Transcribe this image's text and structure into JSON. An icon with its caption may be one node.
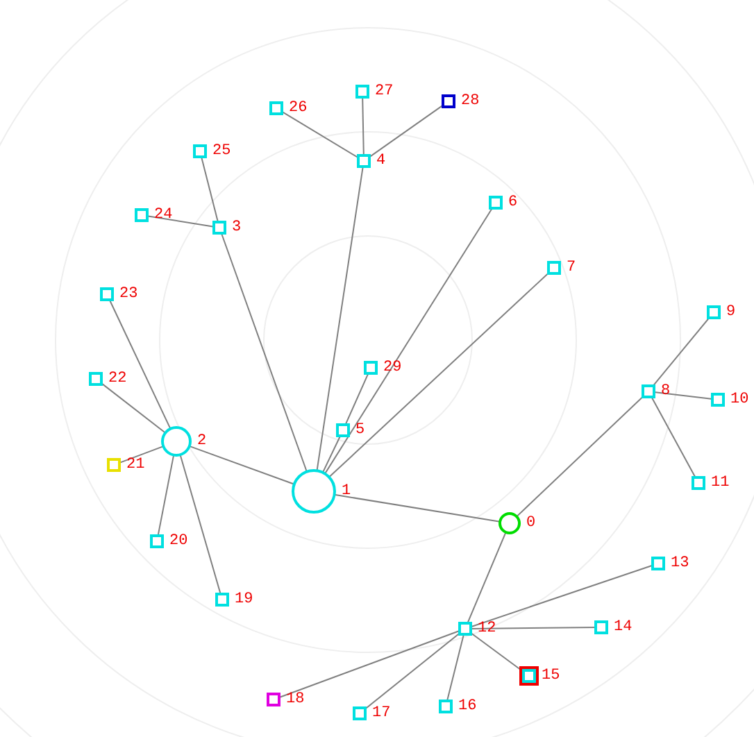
{
  "diagram": {
    "nodes": [
      {
        "text": [],
        "shape": "circle",
        "beside": [
          "0"
        ]
      },
      {
        "text": [],
        "shape": "circle",
        "beside": [
          "1"
        ]
      },
      {
        "text": [],
        "shape": "circle",
        "beside": [
          "2"
        ]
      },
      {
        "text": [],
        "shape": "box",
        "beside": [
          "3"
        ]
      },
      {
        "text": [],
        "shape": "box",
        "beside": [
          "4"
        ]
      },
      {
        "text": [],
        "shape": "box",
        "beside": [
          "5"
        ]
      },
      {
        "text": [],
        "shape": "box",
        "beside": [
          "6"
        ]
      },
      {
        "text": [],
        "shape": "box",
        "beside": [
          "7"
        ]
      },
      {
        "text": [],
        "shape": "box",
        "beside": [
          "8"
        ]
      },
      {
        "text": [],
        "shape": "box",
        "beside": [
          "9"
        ]
      },
      {
        "text": [],
        "shape": "box",
        "beside": [
          "10"
        ]
      },
      {
        "text": [],
        "shape": "box",
        "beside": [
          "11"
        ]
      },
      {
        "text": [],
        "shape": "box",
        "beside": [
          "12"
        ]
      },
      {
        "text": [],
        "shape": "box",
        "beside": [
          "13"
        ]
      },
      {
        "text": [],
        "shape": "box",
        "beside": [
          "14"
        ]
      },
      {
        "text": [],
        "shape": "box",
        "beside": [
          "15"
        ]
      },
      {
        "text": [],
        "shape": "box",
        "beside": [
          "16"
        ]
      },
      {
        "text": [],
        "shape": "box",
        "beside": [
          "17"
        ]
      },
      {
        "text": [],
        "shape": "box",
        "beside": [
          "18"
        ]
      },
      {
        "text": [],
        "shape": "box",
        "beside": [
          "19"
        ]
      },
      {
        "text": [],
        "shape": "box",
        "beside": [
          "20"
        ]
      },
      {
        "text": [],
        "shape": "box",
        "beside": [
          "21"
        ]
      },
      {
        "text": [],
        "shape": "box",
        "beside": [
          "22"
        ]
      },
      {
        "text": [],
        "shape": "box",
        "beside": [
          "23"
        ]
      },
      {
        "text": [],
        "shape": "box",
        "beside": [
          "24"
        ]
      },
      {
        "text": [],
        "shape": "box",
        "beside": [
          "25"
        ]
      },
      {
        "text": [],
        "shape": "box",
        "beside": [
          "26"
        ]
      },
      {
        "text": [],
        "shape": "box",
        "beside": [
          "27"
        ]
      },
      {
        "text": [],
        "shape": "box",
        "beside": [
          "28"
        ]
      },
      {
        "text": [],
        "shape": "box",
        "beside": [
          "29"
        ]
      }
    ],
    "edges": [
      {
        "from": 1,
        "to": 0,
        "arrow": "none"
      },
      {
        "from": 1,
        "to": 2,
        "arrow": "none"
      },
      {
        "from": 1,
        "to": 3,
        "arrow": "none"
      },
      {
        "from": 1,
        "to": 4,
        "arrow": "none"
      },
      {
        "from": 1,
        "to": 5,
        "arrow": "none"
      },
      {
        "from": 1,
        "to": 6,
        "arrow": "none"
      },
      {
        "from": 1,
        "to": 7,
        "arrow": "none"
      },
      {
        "from": 5,
        "to": 29,
        "arrow": "none"
      },
      {
        "from": 0,
        "to": 8,
        "arrow": "none"
      },
      {
        "from": 0,
        "to": 12,
        "arrow": "none"
      },
      {
        "from": 8,
        "to": 9,
        "arrow": "none"
      },
      {
        "from": 8,
        "to": 10,
        "arrow": "none"
      },
      {
        "from": 8,
        "to": 11,
        "arrow": "none"
      },
      {
        "from": 12,
        "to": 13,
        "arrow": "none"
      },
      {
        "from": 12,
        "to": 14,
        "arrow": "none"
      },
      {
        "from": 12,
        "to": 15,
        "arrow": "none"
      },
      {
        "from": 12,
        "to": 16,
        "arrow": "none"
      },
      {
        "from": 12,
        "to": 17,
        "arrow": "none"
      },
      {
        "from": 12,
        "to": 18,
        "arrow": "none"
      },
      {
        "from": 2,
        "to": 19,
        "arrow": "none"
      },
      {
        "from": 2,
        "to": 20,
        "arrow": "none"
      },
      {
        "from": 2,
        "to": 21,
        "arrow": "none"
      },
      {
        "from": 2,
        "to": 22,
        "arrow": "none"
      },
      {
        "from": 2,
        "to": 23,
        "arrow": "none"
      },
      {
        "from": 3,
        "to": 24,
        "arrow": "none"
      },
      {
        "from": 3,
        "to": 25,
        "arrow": "none"
      },
      {
        "from": 4,
        "to": 26,
        "arrow": "none"
      },
      {
        "from": 4,
        "to": 27,
        "arrow": "none"
      },
      {
        "from": 4,
        "to": 28,
        "arrow": "none"
      }
    ]
  }
}
